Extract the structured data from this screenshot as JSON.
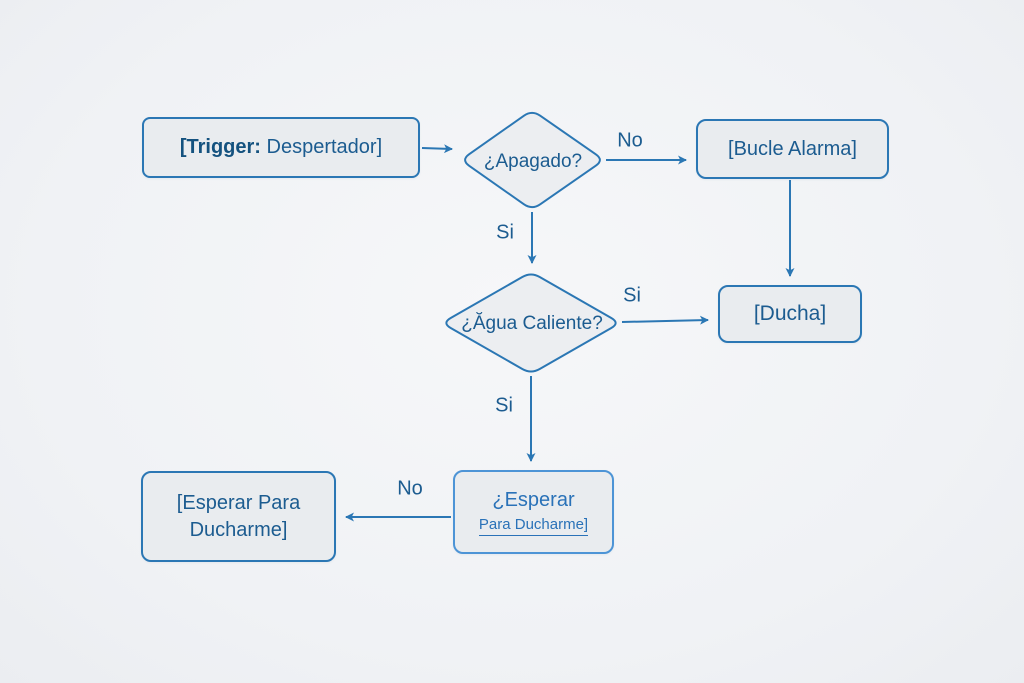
{
  "diagram": {
    "nodes": {
      "trigger": {
        "label_bold": "[Trigger:",
        "label_rest": " Despertador]"
      },
      "apagado": {
        "label": "¿Apagado?"
      },
      "bucle": {
        "label": "[Bucle Alarma]"
      },
      "agua": {
        "label": "¿Ăgua Caliente?"
      },
      "ducha": {
        "label": "[Ducha]"
      },
      "esperar_decision": {
        "line1": "¿Esperar",
        "line2": "Para Ducharme]"
      },
      "esperar_action": {
        "line1": "[Esperar Para",
        "line2": "Ducharme]"
      }
    },
    "edge_labels": {
      "no_top": "No",
      "si_top": "Si",
      "si_mid": "Si",
      "si_bottom": "Si",
      "no_bottom": "No"
    }
  },
  "colors": {
    "border": "#2b77b4",
    "border_light": "#4d94d6",
    "arrow": "#2b77b4",
    "text": "#1c5c90",
    "text_dark": "#14527f",
    "text_bright": "#2a72b8",
    "fill": "#e9ecef",
    "fill_diamond": "#ecee f1",
    "bg_center": "#f6f7f9",
    "bg_mid": "#f0f2f5",
    "bg_edge": "#ebedf1"
  }
}
